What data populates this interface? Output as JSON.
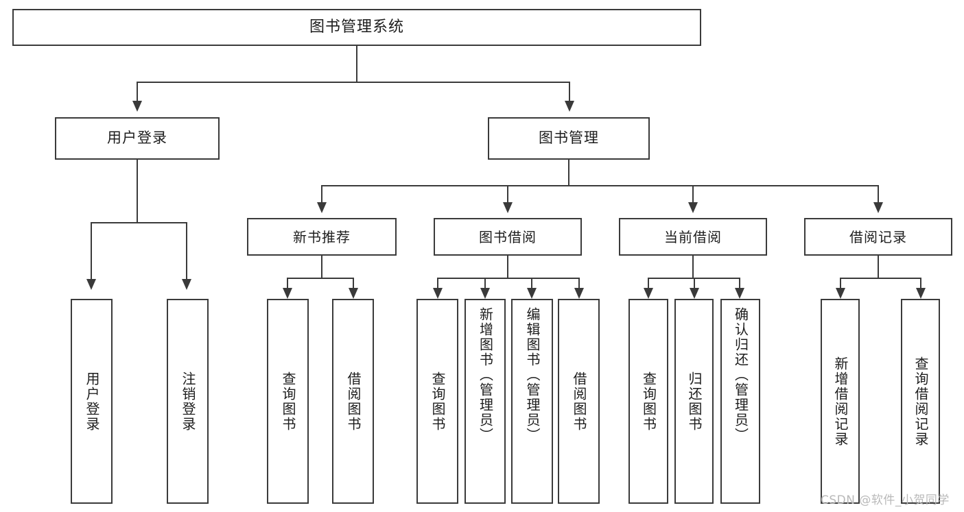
{
  "diagram": {
    "title": "图书管理系统",
    "type": "tree-diagram",
    "root": {
      "label": "图书管理系统"
    },
    "level2": [
      {
        "label": "用户登录"
      },
      {
        "label": "图书管理"
      }
    ],
    "level3": [
      {
        "label": "新书推荐"
      },
      {
        "label": "图书借阅"
      },
      {
        "label": "当前借阅"
      },
      {
        "label": "借阅记录"
      }
    ],
    "leaves": {
      "user_login": [
        {
          "label": "用户登录"
        },
        {
          "label": "注销登录"
        }
      ],
      "new_book_recommend": [
        {
          "label": "查询图书"
        },
        {
          "label": "借阅图书"
        }
      ],
      "book_borrow": [
        {
          "label": "查询图书"
        },
        {
          "label": "新增图书（管理员）"
        },
        {
          "label": "编辑图书（管理员）"
        },
        {
          "label": "借阅图书"
        }
      ],
      "current_borrow": [
        {
          "label": "查询图书"
        },
        {
          "label": "归还图书"
        },
        {
          "label": "确认归还（管理员）"
        }
      ],
      "borrow_record": [
        {
          "label": "新增借阅记录"
        },
        {
          "label": "查询借阅记录"
        }
      ]
    }
  },
  "watermark": {
    "text": "CSDN @软件_小贺同学"
  },
  "colors": {
    "stroke": "#3a3a3a",
    "text": "#1d1d1d",
    "background": "#ffffff",
    "watermark": "#b9b9b9"
  }
}
